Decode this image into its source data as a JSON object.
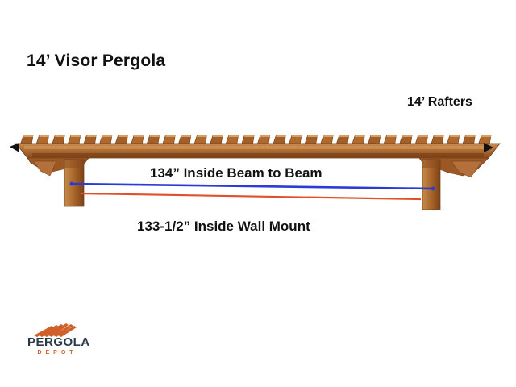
{
  "title": "14’ Visor Pergola",
  "rafters_label": "14’ Rafters",
  "beam_label": "134” Inside Beam to Beam",
  "wall_label": "133-1/2” Inside Wall Mount",
  "logo": {
    "name": "PERGOLA",
    "sub": "DEPOT"
  },
  "colors": {
    "wood_dark": "#8a4a1c",
    "wood_mid": "#b06a2e",
    "wood_light": "#c98b4e",
    "beam_line": "#2a3bd6",
    "wall_line": "#e0502a",
    "logo_orange": "#d0602a",
    "logo_navy": "#2b3a4a"
  },
  "icons": {
    "logo_mark": "pergola-logo-icon"
  }
}
